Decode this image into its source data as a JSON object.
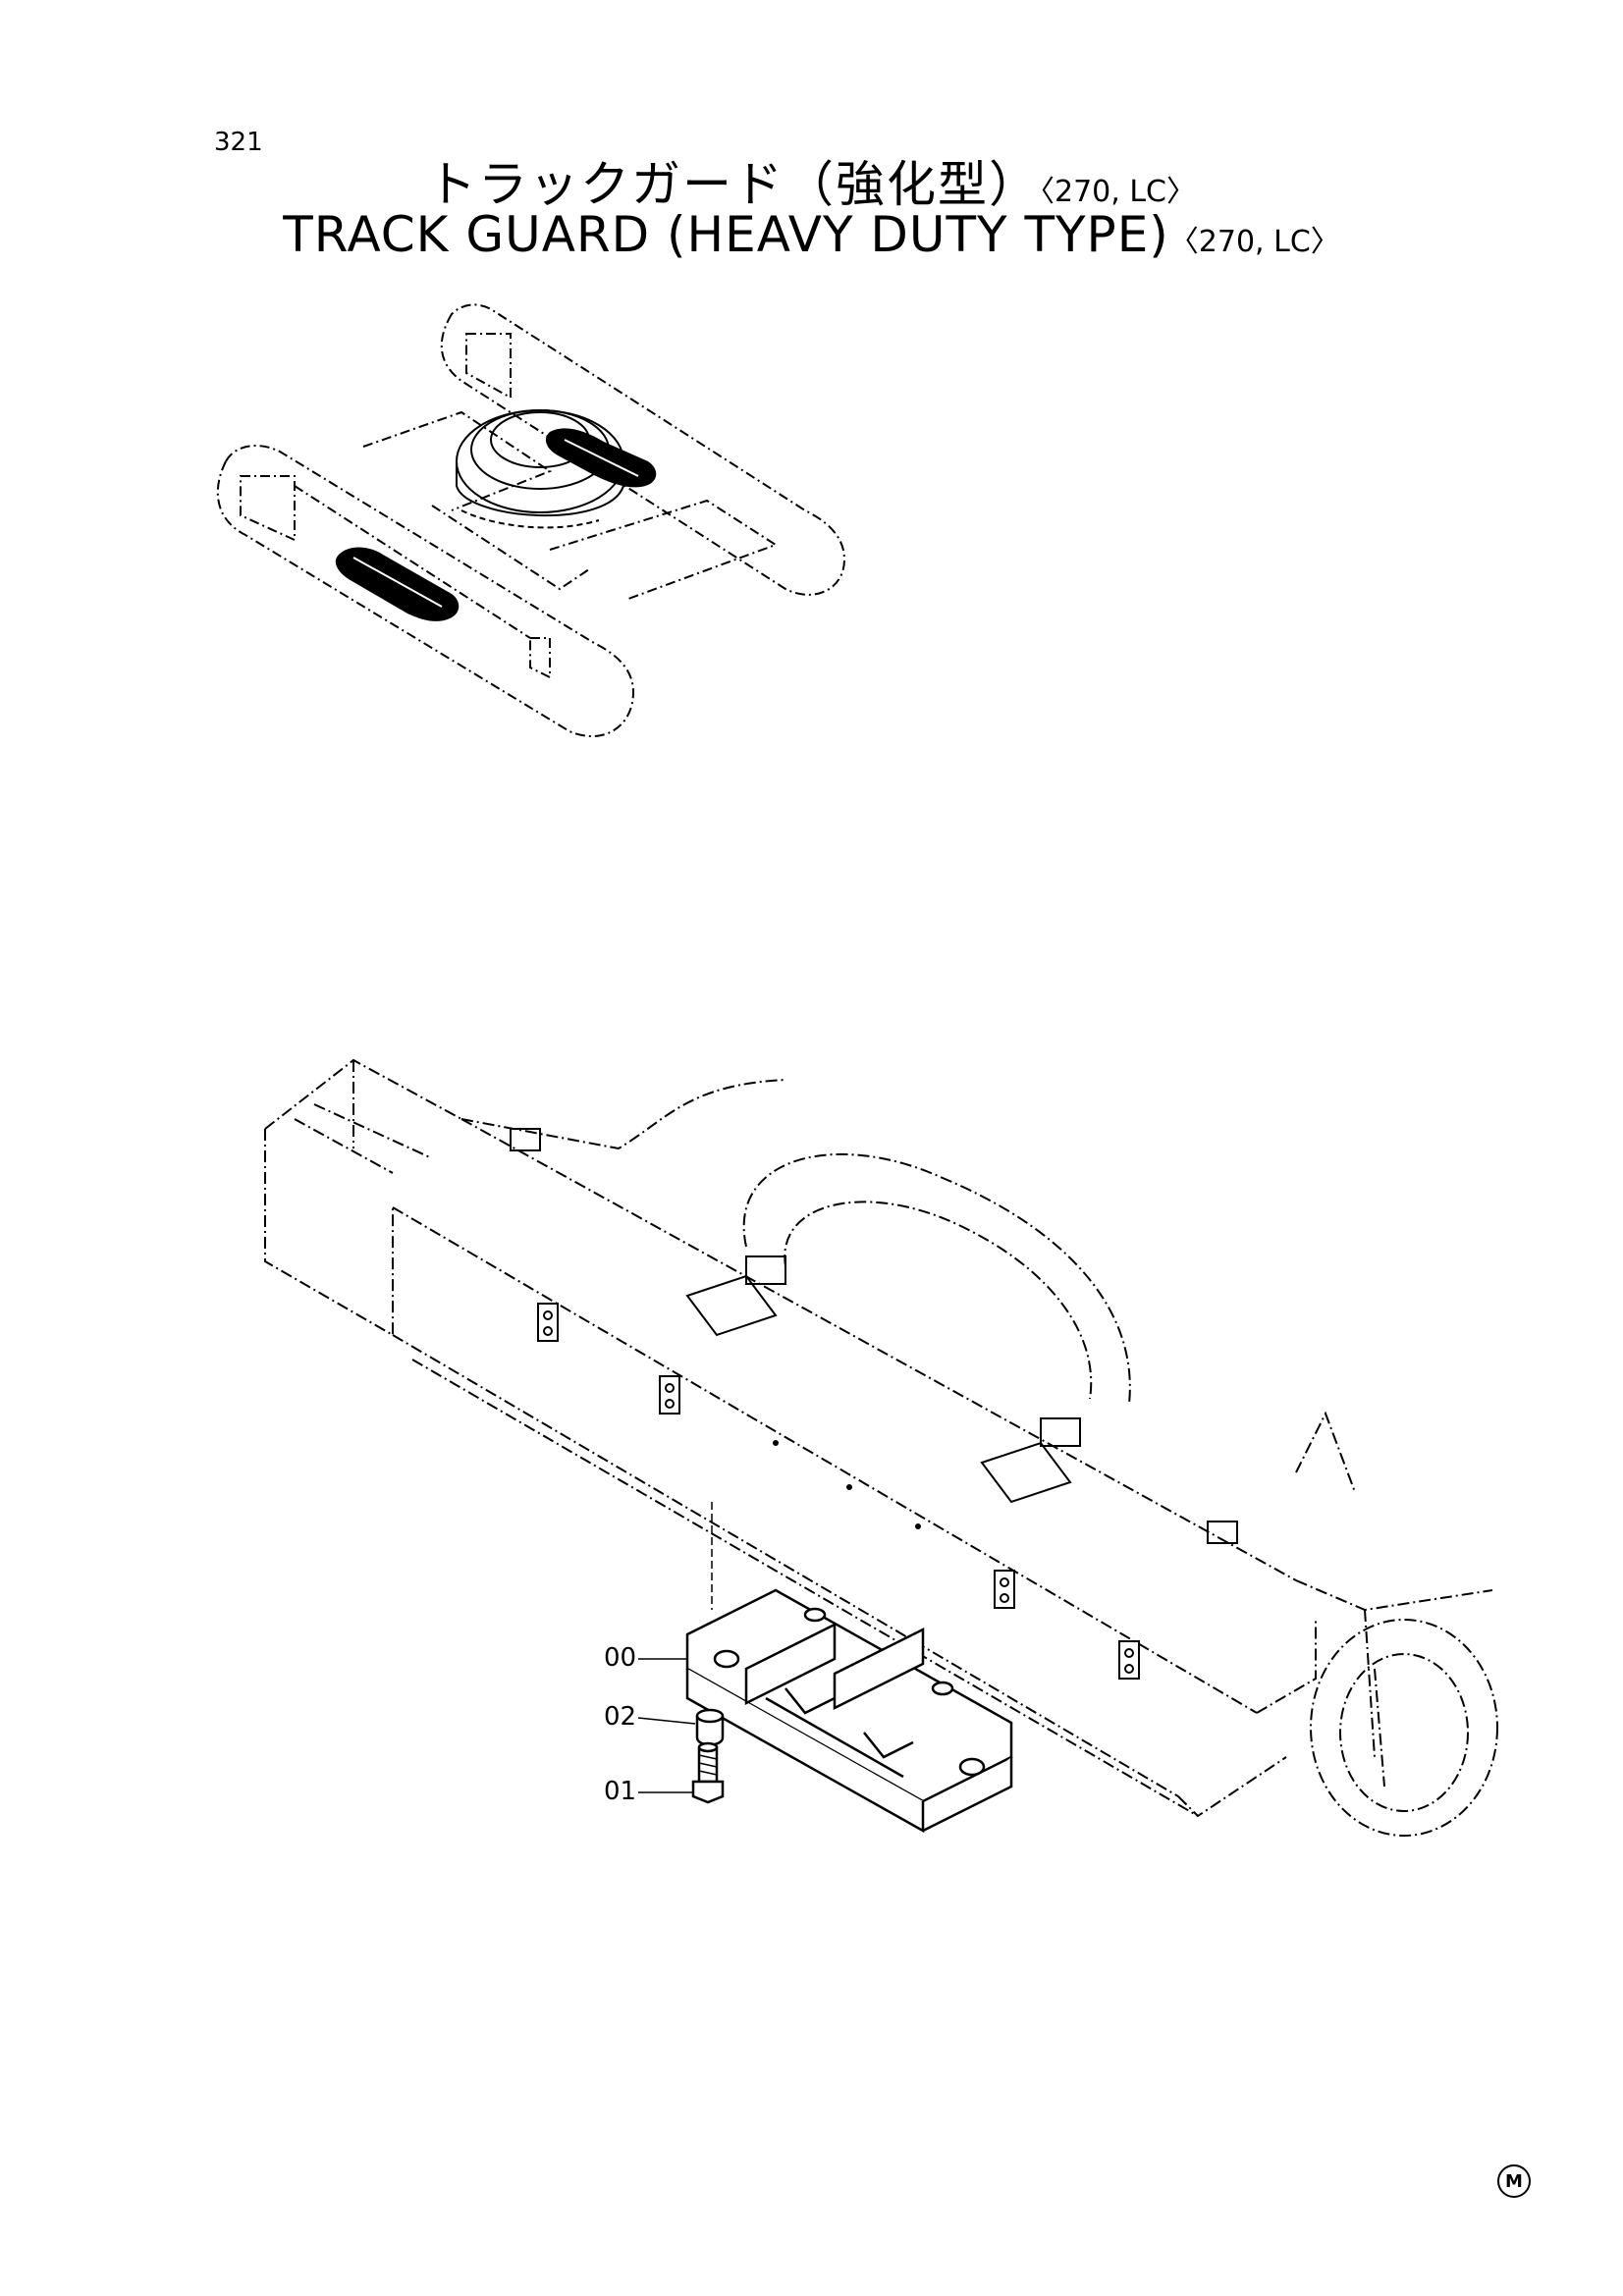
{
  "page_number": "321",
  "title_jp": {
    "main": "トラックガード（強化型）",
    "suffix": "〈270, LC〉"
  },
  "title_en": {
    "main": "TRACK GUARD (HEAVY DUTY TYPE)",
    "suffix": "〈270, LC〉"
  },
  "overview_figure": {
    "highlighted_part": "track-guard"
  },
  "detail_figure": {
    "callouts": [
      {
        "id": "00"
      },
      {
        "id": "02"
      },
      {
        "id": "01"
      }
    ]
  },
  "corner_mark": "M"
}
